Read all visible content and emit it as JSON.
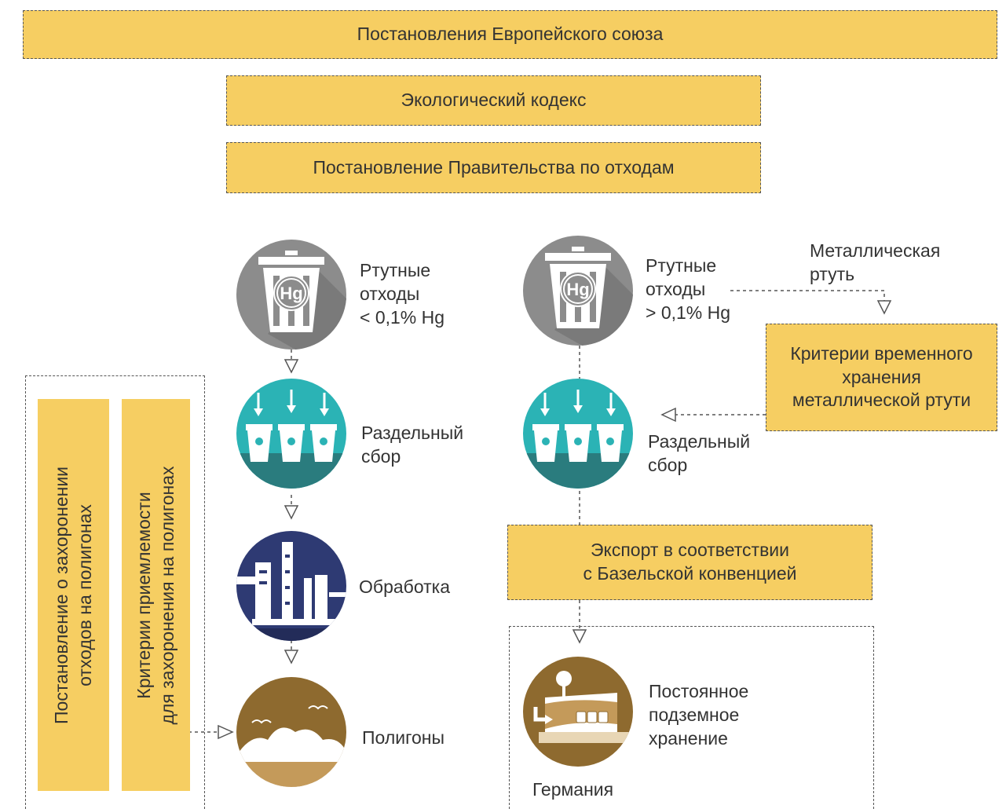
{
  "boxes": {
    "eu": "Постановления Европейского союза",
    "eco_code": "Экологический кодекс",
    "gov_decree": "Постановление Правительства по отходам",
    "storage_criteria": "Критерии временного\nхранения\nметаллической ртути",
    "export": "Экспорт в соответствии\nс Базельской конвенцией",
    "landfill_decree": "Постановление о захоронении\nотходов на полигонах",
    "landfill_criteria": "Критерии приемлемости\nдля захоронения на полигонах"
  },
  "left_chain": {
    "waste": "Ртутные\nотходы\n< 0,1% Hg",
    "collection": "Раздельный\nсбор",
    "treatment": "Обработка",
    "landfills": "Полигоны"
  },
  "right_chain": {
    "waste": "Ртутные\nотходы\n> 0,1% Hg",
    "metallic": "Металлическая\nртуть",
    "collection": "Раздельный\nсбор",
    "storage": "Постоянное\nподземное\nхранение",
    "country": "Германия"
  },
  "icons": {
    "hg_symbol": "Hg",
    "bin_icon": "trash-bin-icon",
    "collection_icon": "recycling-bins-icon",
    "treatment_icon": "factory-icon",
    "landfill_icon": "landfill-icon",
    "storage_icon": "underground-storage-icon"
  },
  "colors": {
    "box_fill": "#F6CE62",
    "grey_circle": "#8C8C8C",
    "teal_circle": "#2BB3B5",
    "navy_circle": "#2E3A73",
    "brown_circle": "#8E6A2F"
  }
}
